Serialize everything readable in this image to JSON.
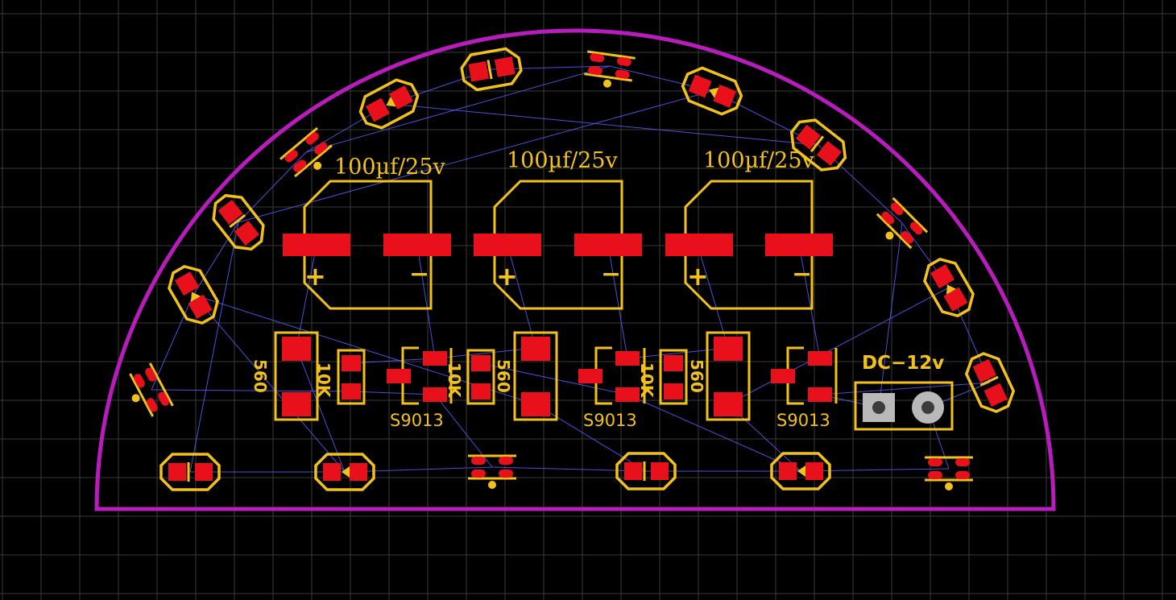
{
  "colors": {
    "background": "#000000",
    "grid": "#3a3a3a",
    "board_outline": "#b81cbc",
    "silkscreen": "#f2c21b",
    "copper_pad": "#e8101a",
    "ratsnest": "#5a5cff",
    "through_hole": "#b9b9b9"
  },
  "capacitors": [
    {
      "label": "100µf/25v",
      "plus": "+",
      "minus": "−"
    },
    {
      "label": "100µf/25v",
      "plus": "+",
      "minus": "−"
    },
    {
      "label": "100µf/25v",
      "plus": "+",
      "minus": "−"
    }
  ],
  "resistors": [
    {
      "label": "560"
    },
    {
      "label": "10K"
    },
    {
      "label": "10K"
    },
    {
      "label": "560"
    },
    {
      "label": "10K"
    },
    {
      "label": "560"
    }
  ],
  "transistors": [
    {
      "label": "S9013"
    },
    {
      "label": "S9013"
    },
    {
      "label": "S9013"
    }
  ],
  "connector": {
    "label": "DC−12v"
  }
}
